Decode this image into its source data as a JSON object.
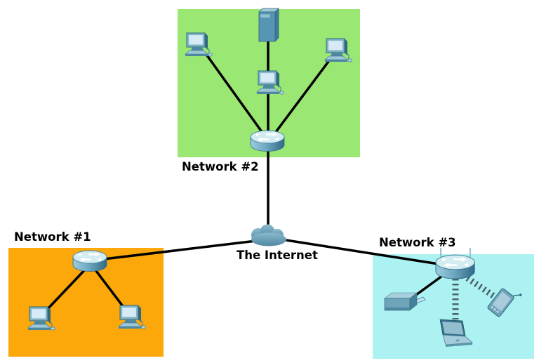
{
  "labels": {
    "network1": "Network #1",
    "network2": "Network #2",
    "network3": "Network #3",
    "internet": "The Internet"
  },
  "colors": {
    "network1_bg": "#FCA70A",
    "network2_bg": "#9AE873",
    "network3_bg": "#ACF2F2",
    "wired_link": "#000000",
    "wireless_link": "#4A626B",
    "cloud_fill": "#6FA6BE",
    "device_body": "#6FA3B8",
    "device_screen": "#D6EBF5"
  },
  "topology": {
    "internet_hub": {
      "label": "The Internet",
      "type": "cloud"
    },
    "networks": [
      {
        "label": "Network #1",
        "position": "bottom-left",
        "region_color": "#FCA70A",
        "router_type": "router",
        "devices": [
          "desktop-pc",
          "desktop-pc"
        ],
        "links": [
          {
            "from": "router",
            "to": "desktop-pc-1",
            "type": "wired"
          },
          {
            "from": "router",
            "to": "desktop-pc-2",
            "type": "wired"
          },
          {
            "from": "router",
            "to": "internet",
            "type": "wired"
          }
        ]
      },
      {
        "label": "Network #2",
        "position": "top-center",
        "region_color": "#9AE873",
        "router_type": "router",
        "devices": [
          "desktop-pc",
          "server",
          "desktop-pc",
          "desktop-pc"
        ],
        "links": [
          {
            "from": "router",
            "to": "desktop-pc-left",
            "type": "wired"
          },
          {
            "from": "router",
            "to": "server",
            "type": "wired"
          },
          {
            "from": "router",
            "to": "desktop-pc-middle",
            "type": "wired"
          },
          {
            "from": "router",
            "to": "desktop-pc-right",
            "type": "wired"
          },
          {
            "from": "router",
            "to": "internet",
            "type": "wired"
          }
        ]
      },
      {
        "label": "Network #3",
        "position": "bottom-right",
        "region_color": "#ACF2F2",
        "router_type": "wireless-router",
        "devices": [
          "printer",
          "laptop",
          "pda"
        ],
        "links": [
          {
            "from": "router",
            "to": "printer",
            "type": "wired"
          },
          {
            "from": "router",
            "to": "laptop",
            "type": "wireless"
          },
          {
            "from": "router",
            "to": "pda",
            "type": "wireless"
          },
          {
            "from": "router",
            "to": "internet",
            "type": "wired"
          }
        ]
      }
    ]
  }
}
